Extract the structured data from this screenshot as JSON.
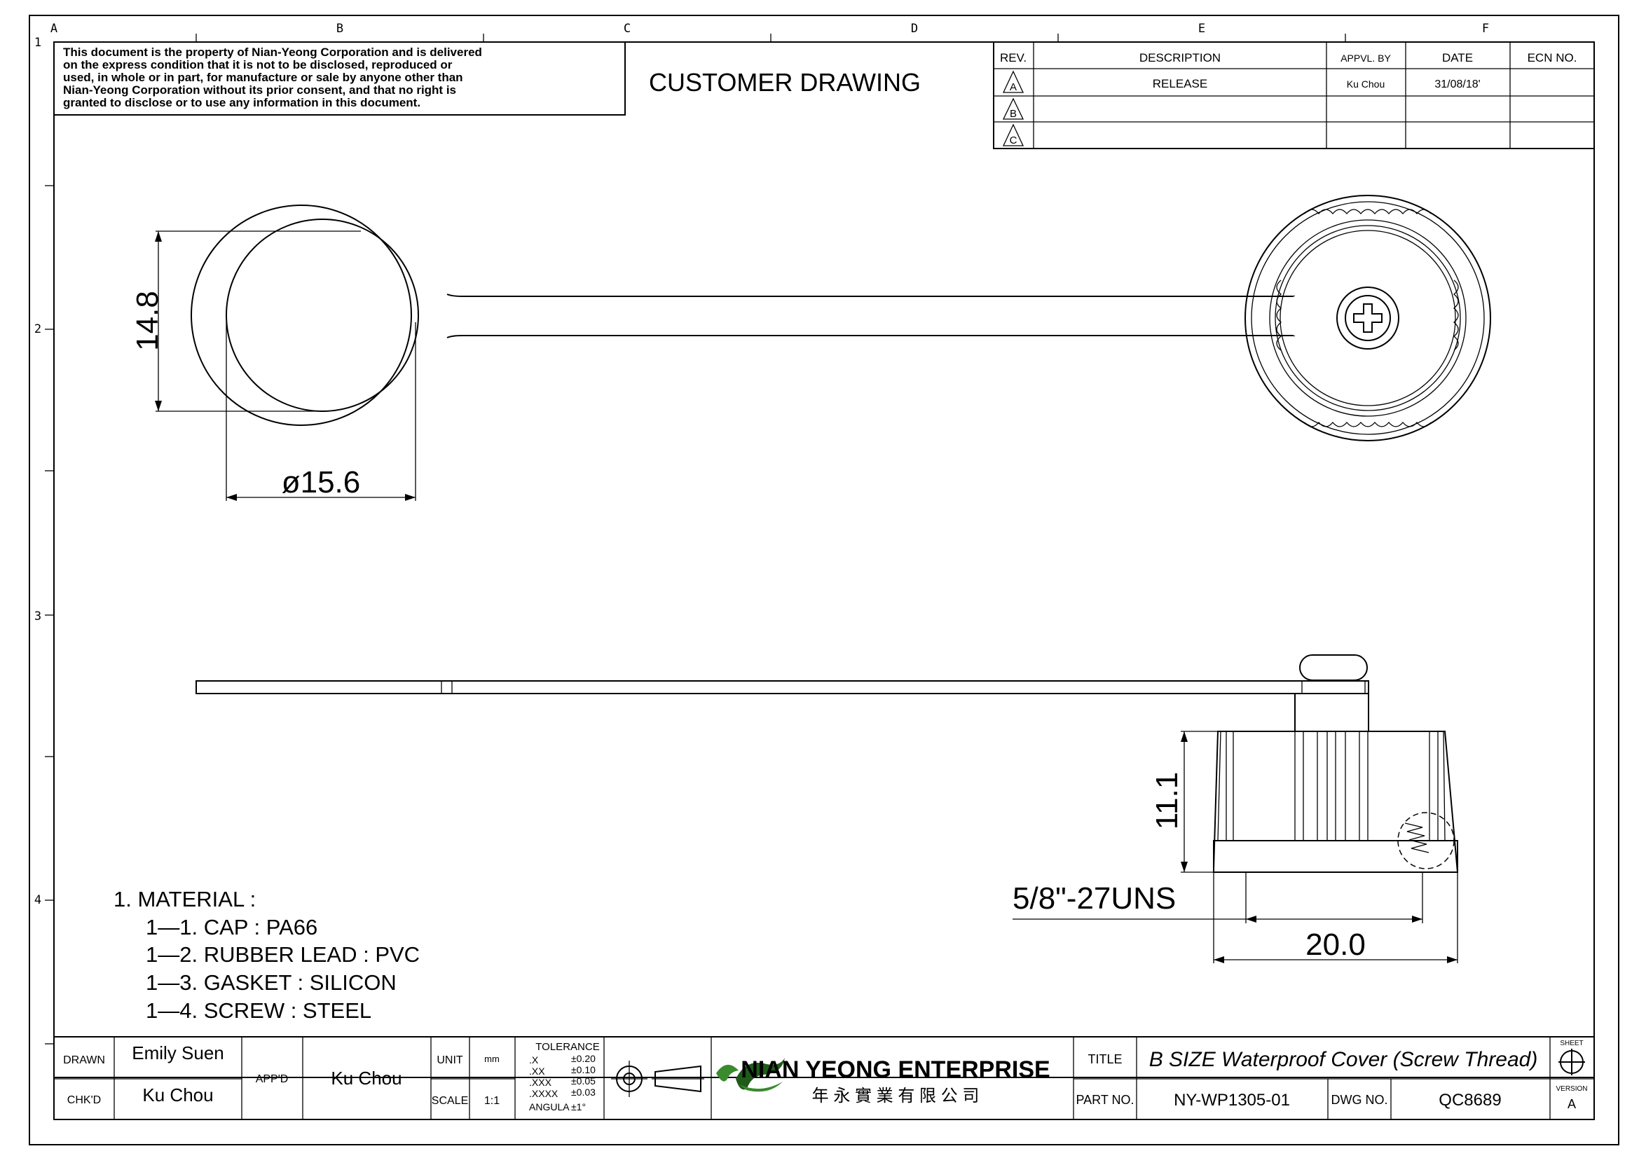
{
  "frame": {
    "columns": [
      "A",
      "B",
      "C",
      "D",
      "E",
      "F"
    ],
    "rows": [
      "1",
      "2",
      "3",
      "4"
    ]
  },
  "notice": {
    "lines": [
      "This document is the property of Nian-Yeong Corporation and is delivered",
      "on  the  express condition that it is not to be disclosed, reproduced or",
      "used, in whole or in part, for manufacture or sale by anyone other than",
      "Nian-Yeong Corporation without  its prior consent, and that  no right  is",
      "granted to disclose or to use any information in this  document."
    ]
  },
  "header_title": "CUSTOMER  DRAWING",
  "revision_table": {
    "headers": [
      "REV.",
      "DESCRIPTION",
      "APPVL. BY",
      "DATE",
      "ECN NO."
    ],
    "rows": [
      {
        "rev": "A",
        "description": "RELEASE",
        "appvl_by": "Ku Chou",
        "date": "31/08/18'",
        "ecn": ""
      },
      {
        "rev": "B",
        "description": "",
        "appvl_by": "",
        "date": "",
        "ecn": ""
      },
      {
        "rev": "C",
        "description": "",
        "appvl_by": "",
        "date": "",
        "ecn": ""
      }
    ]
  },
  "dimensions": {
    "ring_height": "14.8",
    "ring_diameter": "ø15.6",
    "cap_height": "11.1",
    "thread": "5/8\"-27UNS",
    "cap_width": "20.0"
  },
  "notes": [
    "1.  MATERIAL  :",
    "1—1.  CAP  :  PA66",
    "1—2.  RUBBER  LEAD  :  PVC",
    "1—3.  GASKET  :    SILICON",
    "1—4.  SCREW  :    STEEL"
  ],
  "title_block": {
    "drawn_label": "DRAWN",
    "drawn_by": "Emily Suen",
    "checked_label": "CHK'D",
    "checked_by": "Ku Chou",
    "approved_label": "APP'D",
    "approved_by": "Ku Chou",
    "unit_label": "UNIT",
    "unit_value": "mm",
    "scale_label": "SCALE",
    "scale_value": "1:1",
    "tolerance_label": "TOLERANCE",
    "tolerances": [
      {
        "k": ".X",
        "v": "±0.20"
      },
      {
        "k": ".XX",
        "v": "±0.10"
      },
      {
        "k": ".XXX",
        "v": "±0.05"
      },
      {
        "k": ".XXXX",
        "v": "±0.03"
      },
      {
        "k": "ANGULA",
        "v": "±1°"
      }
    ],
    "company_name": "NIAN YEONG ENTERPRISE",
    "company_chinese": "年 永 實 業 有 限 公 司",
    "title_label": "TITLE",
    "title_value": "B  SIZE  Waterproof  Cover  (Screw  Thread)",
    "part_label": "PART NO.",
    "part_value": "NY-WP1305-01",
    "dwg_label": "DWG NO.",
    "dwg_value": "QC8689",
    "sheet_label": "SHEET",
    "version_label": "VERSION",
    "version_value": "A"
  },
  "colors": {
    "logo_green": "#3a8a2e",
    "logo_dark": "#1f5a1a",
    "line": "#000000"
  }
}
